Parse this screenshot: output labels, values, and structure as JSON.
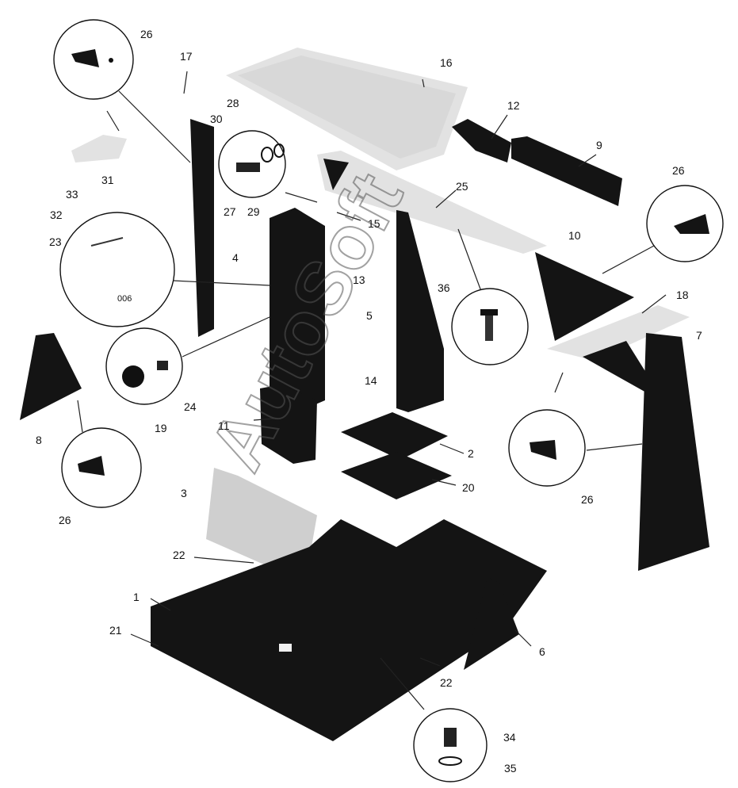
{
  "watermark": "AutoSoft",
  "callouts": [
    {
      "id": "1",
      "text": "1"
    },
    {
      "id": "2",
      "text": "2"
    },
    {
      "id": "3",
      "text": "3"
    },
    {
      "id": "4",
      "text": "4"
    },
    {
      "id": "5",
      "text": "5"
    },
    {
      "id": "6",
      "text": "6"
    },
    {
      "id": "7",
      "text": "7"
    },
    {
      "id": "8",
      "text": "8"
    },
    {
      "id": "9",
      "text": "9"
    },
    {
      "id": "10",
      "text": "10"
    },
    {
      "id": "11",
      "text": "11"
    },
    {
      "id": "12",
      "text": "12"
    },
    {
      "id": "13",
      "text": "13"
    },
    {
      "id": "14",
      "text": "14"
    },
    {
      "id": "15",
      "text": "15"
    },
    {
      "id": "16",
      "text": "16"
    },
    {
      "id": "17",
      "text": "17"
    },
    {
      "id": "18",
      "text": "18"
    },
    {
      "id": "19",
      "text": "19"
    },
    {
      "id": "20",
      "text": "20"
    },
    {
      "id": "21",
      "text": "21"
    },
    {
      "id": "22a",
      "text": "22"
    },
    {
      "id": "22b",
      "text": "22"
    },
    {
      "id": "23",
      "text": "23"
    },
    {
      "id": "24",
      "text": "24"
    },
    {
      "id": "25",
      "text": "25"
    },
    {
      "id": "26a",
      "text": "26"
    },
    {
      "id": "26b",
      "text": "26"
    },
    {
      "id": "26c",
      "text": "26"
    },
    {
      "id": "26d",
      "text": "26"
    },
    {
      "id": "27",
      "text": "27"
    },
    {
      "id": "28",
      "text": "28"
    },
    {
      "id": "29",
      "text": "29"
    },
    {
      "id": "30",
      "text": "30"
    },
    {
      "id": "31",
      "text": "31"
    },
    {
      "id": "32",
      "text": "32"
    },
    {
      "id": "33",
      "text": "33"
    },
    {
      "id": "34",
      "text": "34"
    },
    {
      "id": "35",
      "text": "35"
    },
    {
      "id": "36",
      "text": "36"
    }
  ]
}
